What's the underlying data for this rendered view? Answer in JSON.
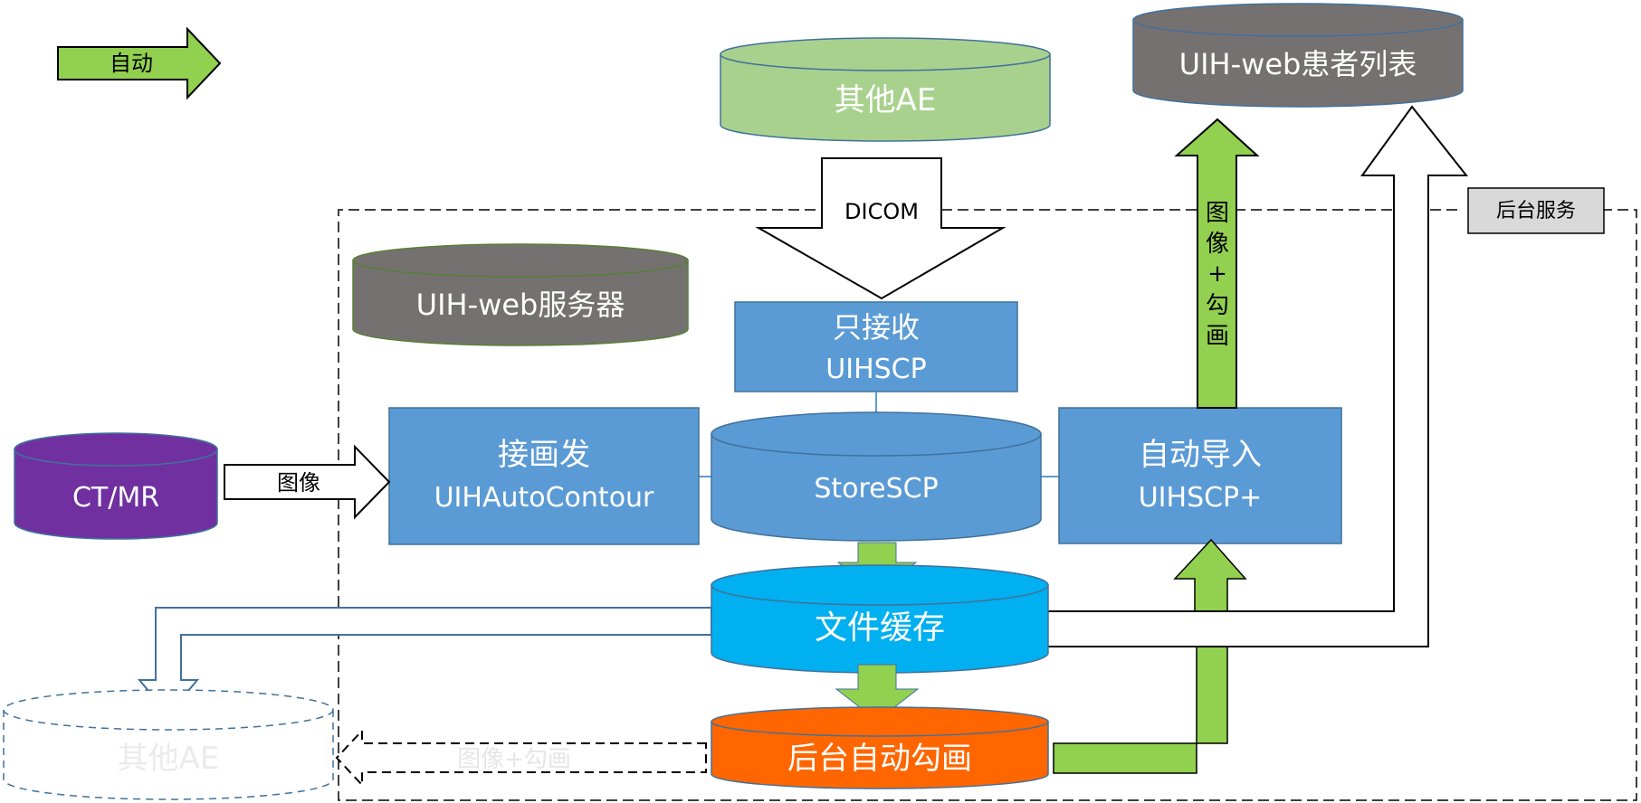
{
  "legend": {
    "auto_label": "自动"
  },
  "service_label": "后台服务",
  "nodes": {
    "other_ae_top": "其他AE",
    "web_patient_list": "UIH-web患者列表",
    "web_server": "UIH-web服务器",
    "ct_mr": "CT/MR",
    "receive_only_line1": "只接收",
    "receive_only_line2": "UIHSCP",
    "autocontour_line1": "接画发",
    "autocontour_line2": "UIHAutoContour",
    "storescp": "StoreSCP",
    "auto_import_line1": "自动导入",
    "auto_import_line2": "UIHSCP+",
    "file_cache": "文件缓存",
    "backend_contour": "后台自动勾画",
    "other_ae_bottom": "其他AE"
  },
  "arrows": {
    "dicom": "DICOM",
    "image": "图像",
    "image_contour_vertical": [
      "图",
      "像",
      "+",
      "勾",
      "画"
    ],
    "image_contour_dashed": "图像+勾画"
  },
  "colors": {
    "green_auto": "#92d050",
    "blue_box": "#5b9bd5",
    "cyan_cache": "#00b0f0",
    "orange_backend": "#ff6600",
    "gray_db": "#7f7f7f",
    "light_green_db": "#a9d18e",
    "purple_db": "#7030a0"
  }
}
